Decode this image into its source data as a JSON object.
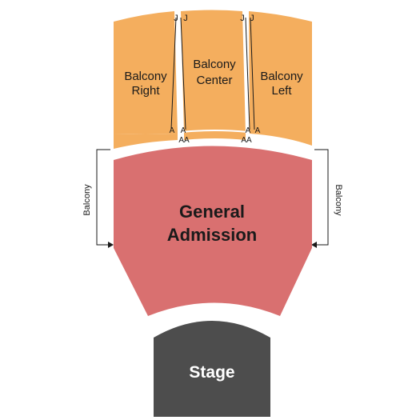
{
  "colors": {
    "balcony": "#f4ae5e",
    "general_admission": "#d97070",
    "stage": "#4d4d4d",
    "stage_text": "#ffffff",
    "text": "#1a1a1a"
  },
  "balcony": {
    "right": {
      "line1": "Balcony",
      "line2": "Right"
    },
    "center": {
      "line1": "Balcony",
      "line2": "Center"
    },
    "left": {
      "line1": "Balcony",
      "line2": "Left"
    },
    "rows": {
      "top": "J",
      "bottom_a": "A",
      "bottom_aa": "AA"
    }
  },
  "side_labels": {
    "left": "Balcony",
    "right": "Balcony"
  },
  "general_admission": {
    "line1": "General",
    "line2": "Admission"
  },
  "stage": {
    "label": "Stage"
  }
}
